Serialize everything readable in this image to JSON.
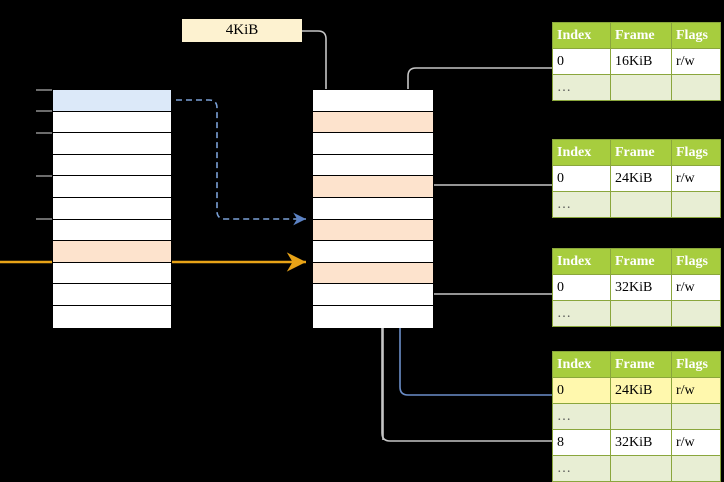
{
  "diagram": {
    "title_label": "4KiB",
    "page_table": {
      "name": "virtual-address-column",
      "row_count": 11,
      "rows": [
        {
          "fill": "blue"
        },
        {
          "fill": "white"
        },
        {
          "fill": "white"
        },
        {
          "fill": "white"
        },
        {
          "fill": "white"
        },
        {
          "fill": "white"
        },
        {
          "fill": "white"
        },
        {
          "fill": "peach"
        },
        {
          "fill": "white"
        },
        {
          "fill": "white"
        },
        {
          "fill": "white"
        }
      ]
    },
    "page_directory": {
      "name": "page-directory-column",
      "row_count": 11,
      "rows": [
        {
          "fill": "white"
        },
        {
          "fill": "peach"
        },
        {
          "fill": "white"
        },
        {
          "fill": "white"
        },
        {
          "fill": "peach"
        },
        {
          "fill": "white"
        },
        {
          "fill": "peach"
        },
        {
          "fill": "white"
        },
        {
          "fill": "peach"
        },
        {
          "fill": "white"
        },
        {
          "fill": "white"
        }
      ]
    },
    "frame_tables": [
      {
        "id": "frame-table-1",
        "headers": [
          "Index",
          "Frame",
          "Flags"
        ],
        "rows": [
          {
            "cells": [
              "0",
              "16KiB",
              "r/w"
            ],
            "style": "normal"
          },
          {
            "cells": [
              "…",
              "",
              ""
            ],
            "style": "dots"
          }
        ]
      },
      {
        "id": "frame-table-2",
        "headers": [
          "Index",
          "Frame",
          "Flags"
        ],
        "rows": [
          {
            "cells": [
              "0",
              "24KiB",
              "r/w"
            ],
            "style": "normal"
          },
          {
            "cells": [
              "…",
              "",
              ""
            ],
            "style": "dots"
          }
        ]
      },
      {
        "id": "frame-table-3",
        "headers": [
          "Index",
          "Frame",
          "Flags"
        ],
        "rows": [
          {
            "cells": [
              "0",
              "32KiB",
              "r/w"
            ],
            "style": "normal"
          },
          {
            "cells": [
              "…",
              "",
              ""
            ],
            "style": "dots"
          }
        ]
      },
      {
        "id": "frame-table-4",
        "headers": [
          "Index",
          "Frame",
          "Flags"
        ],
        "rows": [
          {
            "cells": [
              "0",
              "24KiB",
              "r/w"
            ],
            "style": "highlight"
          },
          {
            "cells": [
              "…",
              "",
              ""
            ],
            "style": "dots"
          },
          {
            "cells": [
              "8",
              "32KiB",
              "r/w"
            ],
            "style": "normal"
          },
          {
            "cells": [
              "…",
              "",
              ""
            ],
            "style": "dots"
          }
        ]
      }
    ],
    "colors": {
      "header_green": "#a7cd3e",
      "dots_green": "#e8eed4",
      "highlight_yellow": "#fff8ad",
      "peach": "#fde3cd",
      "blue": "#dce9f9",
      "size_label_bg": "#fdf2d0",
      "arrow_blue": "#6b8ec9",
      "arrow_orange": "#e8a317",
      "arrow_gray": "#c8c8c8"
    }
  }
}
